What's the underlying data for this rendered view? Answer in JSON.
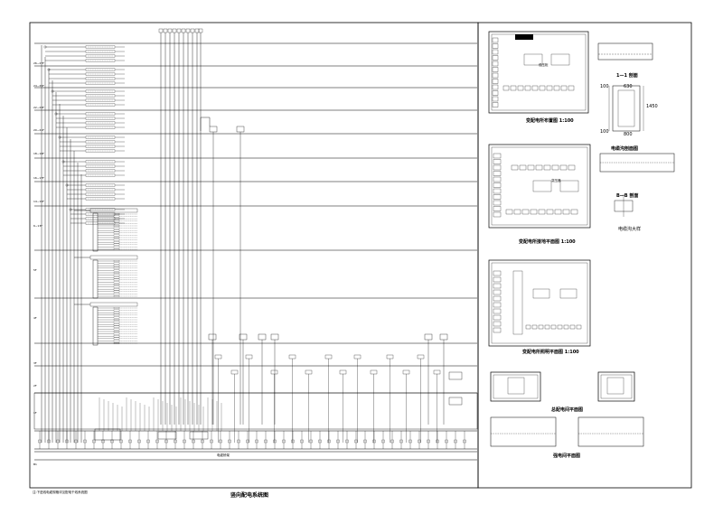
{
  "drawing": {
    "main_title": "竖向配电系统图",
    "footnote": "注:下进线电缆规格详见配电干线系统图",
    "bus_label": "电缆桥架"
  },
  "panels": {
    "substation_plan": "变配电所布置图 1:100",
    "section_1": "1—1 剖面",
    "dim_630": "630",
    "dim_1450": "1450",
    "dim_800": "800",
    "dim_100a": "100",
    "dim_100b": "100",
    "cable_trench": "电缆沟剖面图",
    "trench_detail": "电缆沟大样",
    "section_b": "B—B 剖面",
    "plan_lower": "变配电所接地平面图 1:100",
    "plan_bottom": "变配电所照明平面图 1:100",
    "room_a": "总配电间平面图",
    "room_b": "强电间平面图",
    "equip_a": "低压柜",
    "equip_b": "变压器"
  },
  "floors": [
    "26~27F",
    "24~25F",
    "22~23F",
    "20~21F",
    "18~19F",
    "16~17F",
    "14~15F",
    "6~13F",
    "5F",
    "4F",
    "3F",
    "2F",
    "1F",
    "B1"
  ],
  "colors": {
    "line": "#000000",
    "background": "#ffffff"
  }
}
